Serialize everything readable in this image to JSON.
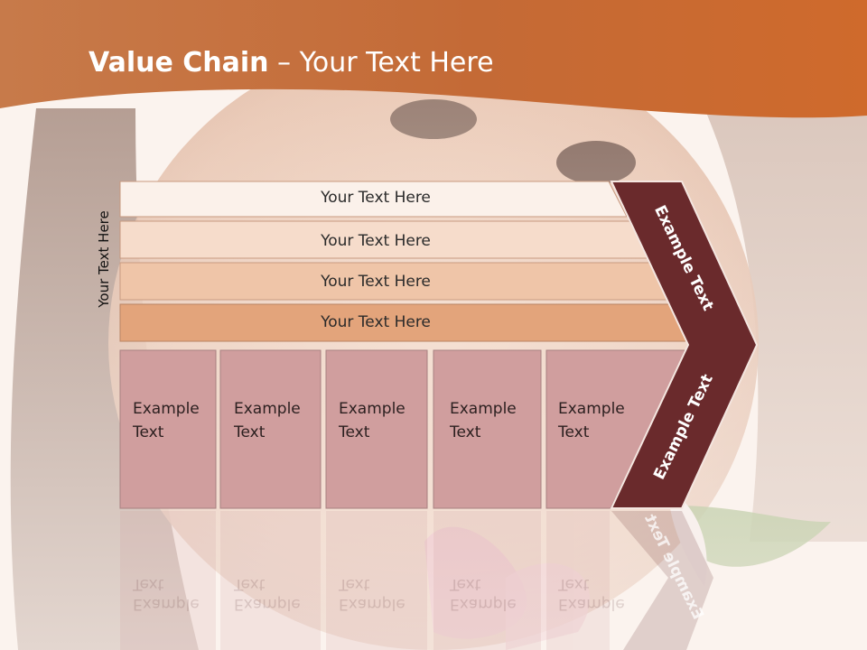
{
  "title": {
    "bold": "Value Chain",
    "rest": " – Your Text Here"
  },
  "side_label": "Your Text Here",
  "rows": [
    {
      "label": "Your Text Here"
    },
    {
      "label": "Your Text Here"
    },
    {
      "label": "Your Text Here"
    },
    {
      "label": "Your Text Here"
    }
  ],
  "columns": [
    {
      "line1": "Example",
      "line2": "Text"
    },
    {
      "line1": "Example",
      "line2": "Text"
    },
    {
      "line1": "Example",
      "line2": "Text"
    },
    {
      "line1": "Example",
      "line2": "Text"
    },
    {
      "line1": "Example",
      "line2": "Text"
    }
  ],
  "chevron": {
    "upper": "Example Text",
    "lower": "Example Text"
  },
  "colors": {
    "header": "#c9662f",
    "row_1": "#fbf1ea",
    "row_2": "#f6dccb",
    "row_3": "#efc5a8",
    "row_4": "#e3a47b",
    "column": "#d09e9e",
    "chevron": "#6a2a2c"
  }
}
